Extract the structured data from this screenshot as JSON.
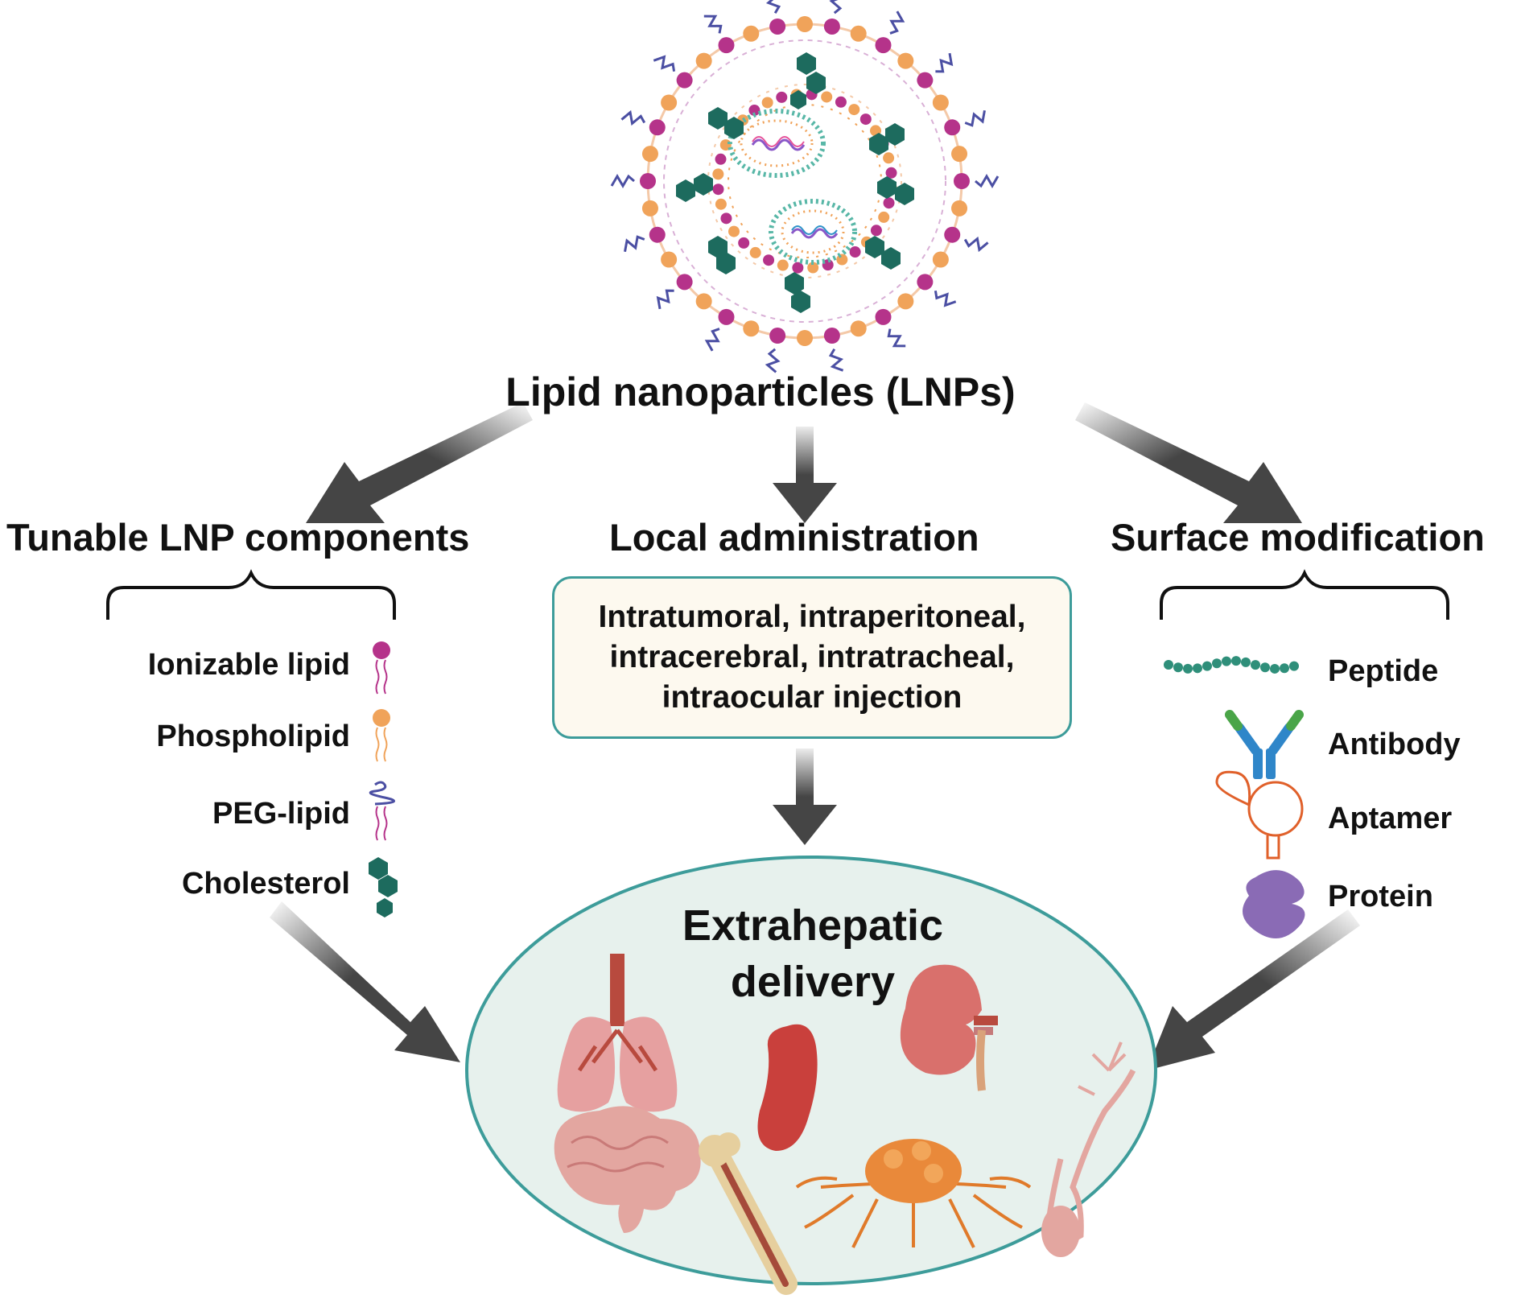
{
  "center": {
    "title": "Lipid nanoparticles (LNPs)"
  },
  "left": {
    "heading": "Tunable LNP components",
    "items": [
      {
        "label": "Ionizable lipid",
        "icon": "ionizable-lipid-icon",
        "color": "#b5338a"
      },
      {
        "label": "Phospholipid",
        "icon": "phospholipid-icon",
        "color": "#f0a35a"
      },
      {
        "label": "PEG-lipid",
        "icon": "peg-lipid-icon",
        "color": "#4b4fa3"
      },
      {
        "label": "Cholesterol",
        "icon": "cholesterol-icon",
        "color": "#1d6b5e"
      }
    ]
  },
  "middle": {
    "heading": "Local administration",
    "box_text": "Intratumoral, intraperitoneal,\nintracerebral, intratracheal,\nintraocular injection"
  },
  "right": {
    "heading": "Surface modification",
    "items": [
      {
        "label": "Peptide",
        "icon": "peptide-icon",
        "color": "#2f8f7a"
      },
      {
        "label": "Antibody",
        "icon": "antibody-icon",
        "color": "#2f86c9"
      },
      {
        "label": "Aptamer",
        "icon": "aptamer-icon",
        "color": "#e0602a"
      },
      {
        "label": "Protein",
        "icon": "protein-icon",
        "color": "#8a6bb5"
      }
    ]
  },
  "target": {
    "title": "Extrahepatic\ndelivery",
    "organs": [
      "lung-icon",
      "spleen-icon",
      "kidney-icon",
      "brain-icon",
      "bone-icon",
      "tumor-icon",
      "neuron-icon"
    ]
  },
  "colors": {
    "arrow": "#454545",
    "box_border": "#3d9c9a",
    "ellipse_fill": "#e7f1ed",
    "box_fill": "#fdf9ef"
  }
}
